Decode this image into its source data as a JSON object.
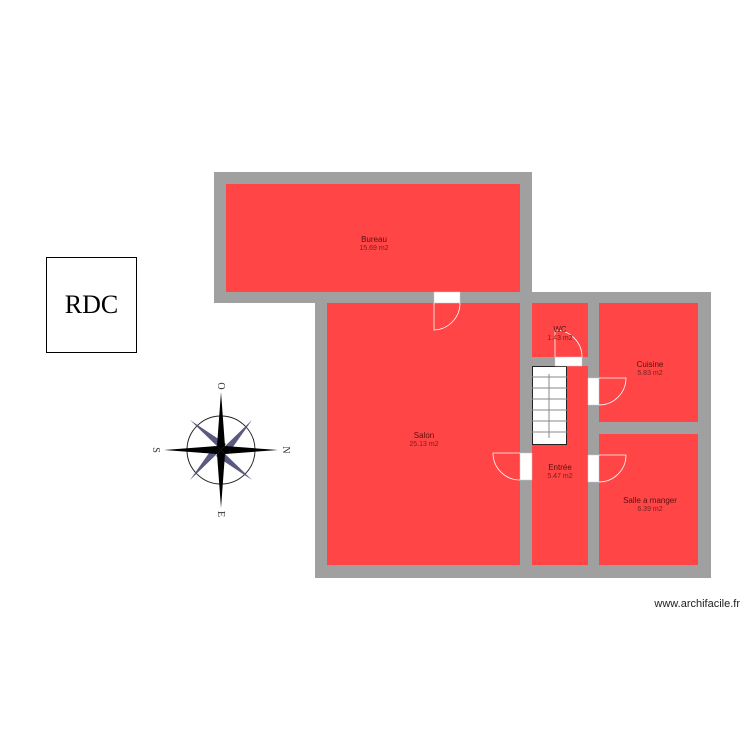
{
  "plan": {
    "level_label": "RDC",
    "watermark": "www.archifacile.fr",
    "colors": {
      "room": "#ff4545",
      "wall": "#a0a0a0",
      "door": "#ffffff"
    },
    "rooms": [
      {
        "name": "Bureau",
        "area": "15.69 m2"
      },
      {
        "name": "Salon",
        "area": "25.13 m2"
      },
      {
        "name": "WC",
        "area": "1.43 m2"
      },
      {
        "name": "Cuisine",
        "area": "5.83 m2"
      },
      {
        "name": "Entrée",
        "area": "5.47 m2"
      },
      {
        "name": "Salle a manger",
        "area": "6.39 m2"
      }
    ],
    "compass": {
      "top": "O",
      "right": "N",
      "bottom": "E",
      "left": "S",
      "icon": "compass-rose-icon"
    }
  }
}
